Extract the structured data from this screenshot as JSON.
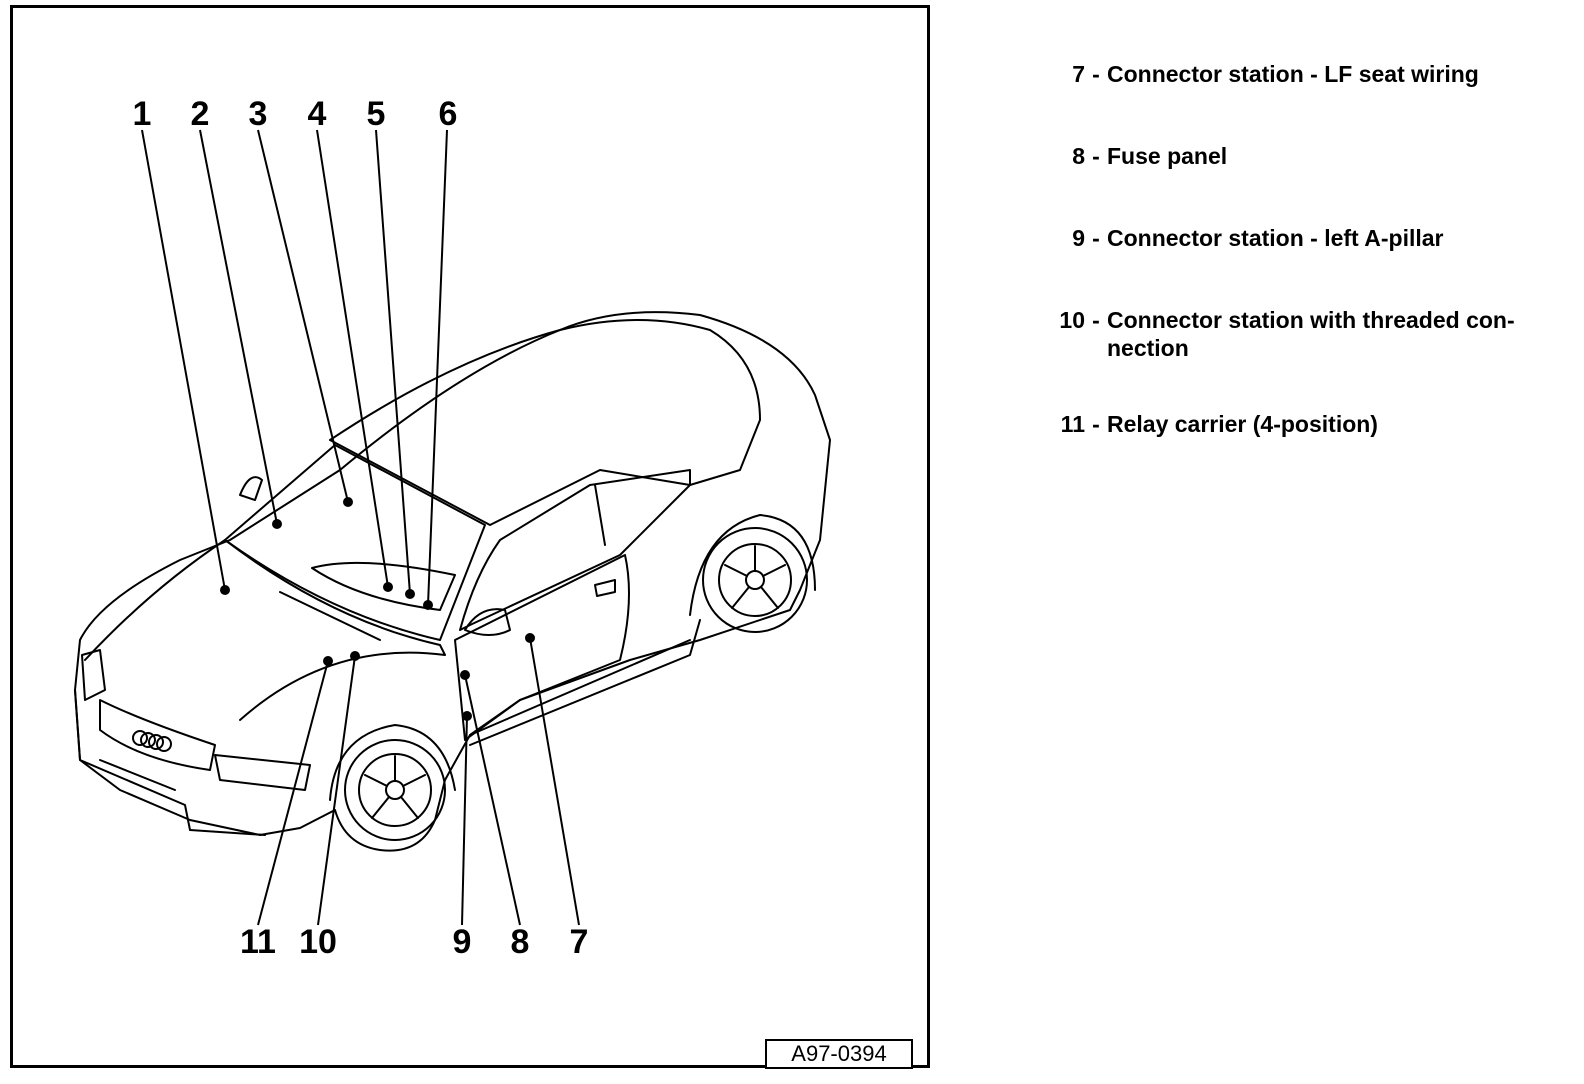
{
  "callouts": [
    "1",
    "2",
    "3",
    "4",
    "5",
    "6",
    "7",
    "8",
    "9",
    "10",
    "11"
  ],
  "figure_id": "A97-0394",
  "legend": [
    {
      "num": "7",
      "text": "Connector station - LF seat wiring"
    },
    {
      "num": "8",
      "text": "Fuse panel"
    },
    {
      "num": "9",
      "text": "Connector station - left A-pillar"
    },
    {
      "num": "10",
      "text": "Connector station with threaded con- nection"
    },
    {
      "num": "11",
      "text": "Relay carrier (4-position)"
    }
  ]
}
